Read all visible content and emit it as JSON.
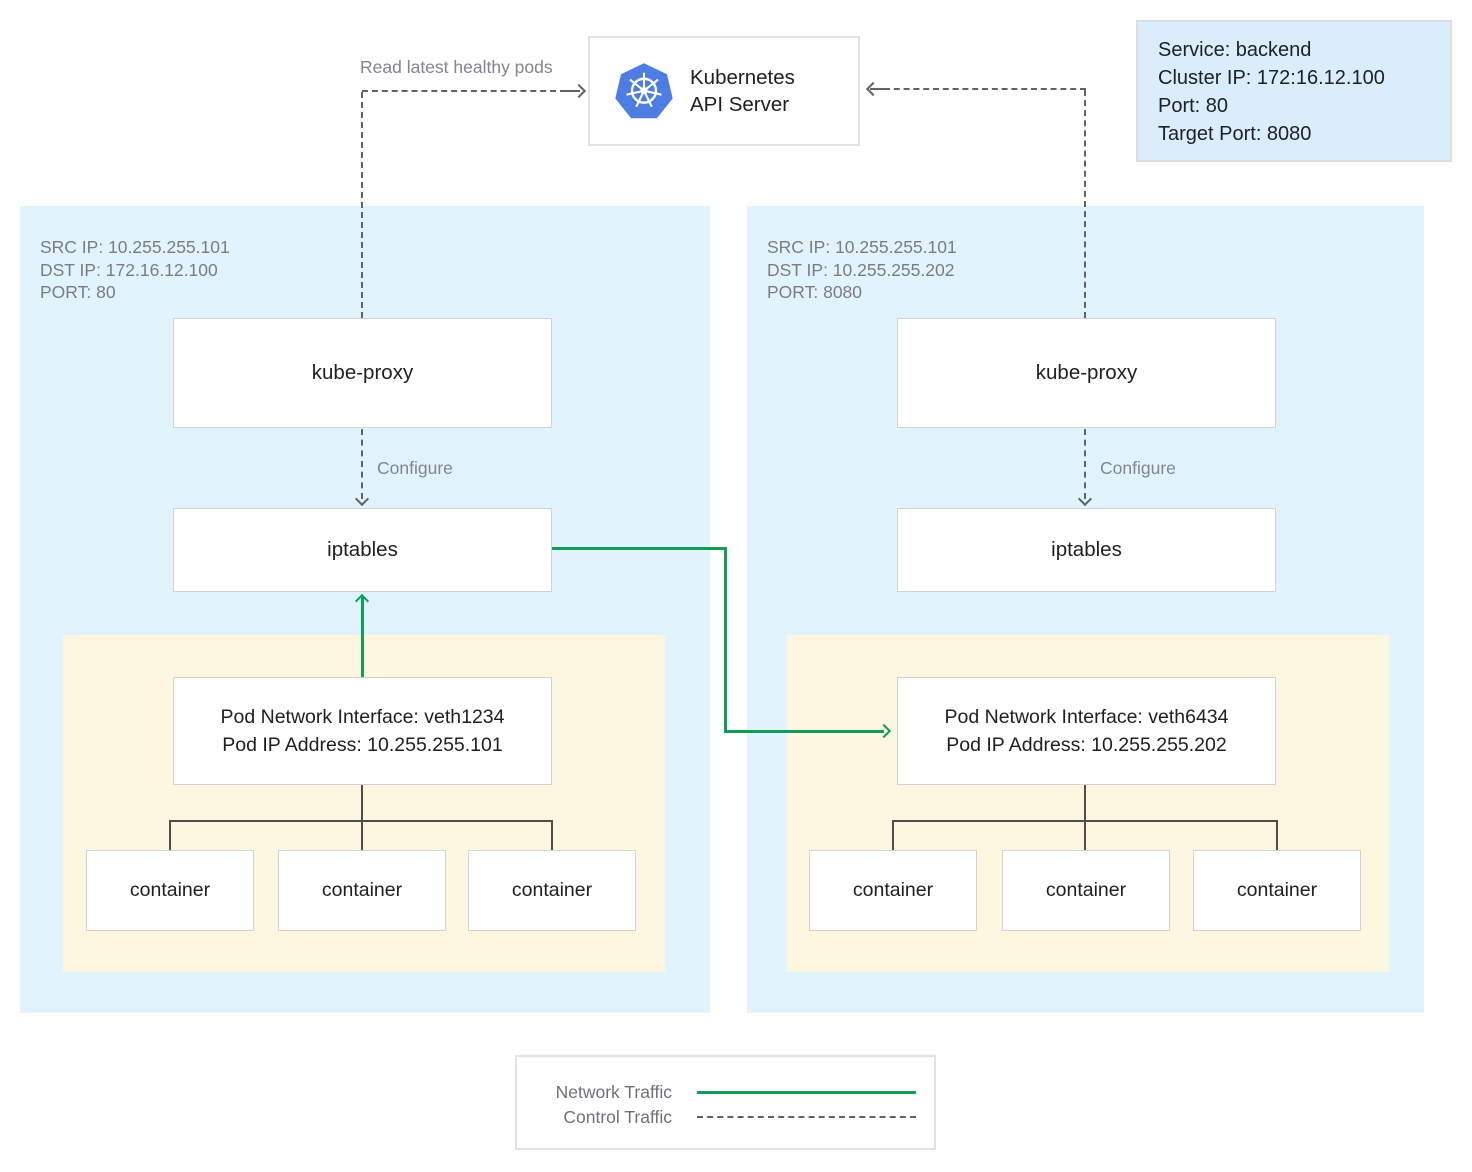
{
  "colors": {
    "node_panel_bg": "#e1f4fd",
    "pod_bg": "#fdf6e1",
    "service_box_bg": "#d9eefa",
    "network_traffic_green": "#0f9d58",
    "control_traffic_gray": "#5f6368",
    "kubernetes_blue": "#4d7ce2"
  },
  "api_server": {
    "line1": "Kubernetes",
    "line2": "API Server"
  },
  "service_info": {
    "lines": [
      "Service: backend",
      "Cluster IP: 172:16.12.100",
      "Port: 80",
      "Target Port: 8080"
    ]
  },
  "annotations": {
    "read_latest_healthy_pods": "Read latest healthy pods",
    "configure": "Configure"
  },
  "nodes": [
    {
      "header": [
        "SRC IP: 10.255.255.101",
        "DST IP: 172.16.12.100",
        "PORT: 80"
      ],
      "kube_proxy_label": "kube-proxy",
      "iptables_label": "iptables",
      "pod_interface": {
        "line1": "Pod Network Interface: veth1234",
        "line2": "Pod IP Address: 10.255.255.101"
      },
      "containers": [
        "container",
        "container",
        "container"
      ]
    },
    {
      "header": [
        "SRC IP: 10.255.255.101",
        "DST IP: 10.255.255.202",
        "PORT: 8080"
      ],
      "kube_proxy_label": "kube-proxy",
      "iptables_label": "iptables",
      "pod_interface": {
        "line1": "Pod Network Interface: veth6434",
        "line2": "Pod IP Address: 10.255.255.202"
      },
      "containers": [
        "container",
        "container",
        "container"
      ]
    }
  ],
  "legend": {
    "network_traffic": "Network Traffic",
    "control_traffic": "Control Traffic"
  }
}
